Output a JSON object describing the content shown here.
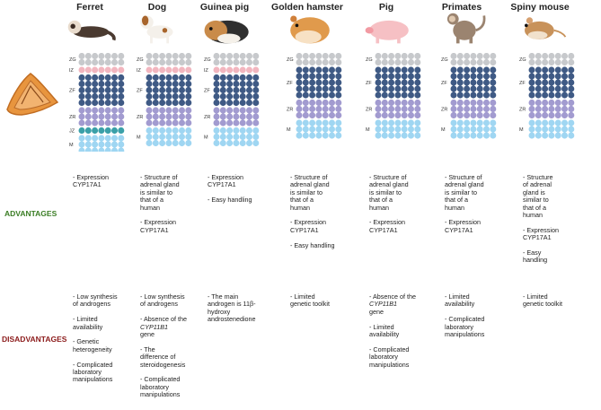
{
  "headers": [
    "Ferret",
    "Dog",
    "Guinea pig",
    "Golden hamster",
    "Pig",
    "Primates",
    "Spiny mouse"
  ],
  "side_labels": {
    "advantages": "ADVANTAGES",
    "disadvantages": "DISADVANTAGES"
  },
  "colors": {
    "advantages": "#3a7d24",
    "disadvantages": "#8b1a1a",
    "ZG": "#c7c9cc",
    "IZ": "#f2b6bf",
    "ZF": "#3f5a85",
    "ZR": "#a29bd0",
    "JZ": "#3aa0a8",
    "M": "#9fd6f2"
  },
  "zone_names": [
    "ZG",
    "IZ",
    "ZF",
    "ZR",
    "JZ",
    "M"
  ],
  "columns": [
    {
      "name": "Ferret",
      "zones": [
        "ZG",
        "IZ",
        "ZF",
        "ZR",
        "JZ",
        "M"
      ],
      "adv": "- Expression\nCYP17A1",
      "dis": "- Low synthesis\nof androgens\n\n- Limited\navailability\n\n- Genetic\nheterogeneity\n\n- Complicated\nlaboratory\nmanipulations"
    },
    {
      "name": "Dog",
      "zones": [
        "ZG",
        "IZ",
        "ZF",
        "ZR",
        "M"
      ],
      "adv": "- Structure of\nadrenal gland\nis similar to\nthat of a\nhuman\n\n- Expression\nCYP17A1",
      "dis": "- Low synthesis\nof androgens\n\n- Absence of the\nCYP11B1\ngene\n\n- The\ndifference of\nsteroidogenesis\n\n- Complicated\nlaboratory\nmanipulations"
    },
    {
      "name": "Guinea pig",
      "zones": [
        "ZG",
        "IZ",
        "ZF",
        "ZR",
        "M"
      ],
      "adv": "- Expression\nCYP17A1\n\n- Easy handling",
      "dis": "- The main\nandrogen is 11β-\nhydroxy\nandrostenedione"
    },
    {
      "name": "Golden hamster",
      "zones": [
        "ZG",
        "ZF",
        "ZR",
        "M"
      ],
      "adv": "- Structure of\nadrenal gland\nis similar to\nthat of a\nhuman\n\n- Expression\nCYP17A1\n\n- Easy handling",
      "dis": "- Limited\ngenetic toolkit"
    },
    {
      "name": "Pig",
      "zones": [
        "ZG",
        "ZF",
        "ZR",
        "M"
      ],
      "adv": "- Structure of\nadrenal gland\nis similar to\nthat of a\nhuman\n\n- Expression\nCYP17A1",
      "dis": "- Absence of the\nCYP11B1\ngene\n\n- Limited\navailability\n\n- Complicated\nlaboratory\nmanipulations"
    },
    {
      "name": "Primates",
      "zones": [
        "ZG",
        "ZF",
        "ZR",
        "M"
      ],
      "adv": "- Structure of\nadrenal gland\nis similar to\nthat of a\nhuman\n\n- Expression\nCYP17A1",
      "dis": "- Limited\navailability\n\n- Complicated\nlaboratory\nmanipulations"
    },
    {
      "name": "Spiny mouse",
      "zones": [
        "ZG",
        "ZF",
        "ZR",
        "M"
      ],
      "adv": "- Structure\nof adrenal\ngland is\nsimilar to\nthat of a\nhuman\n\n- Expression\nCYP17A1\n\n- Easy\nhandling",
      "dis": "- Limited\ngenetic toolkit"
    }
  ]
}
